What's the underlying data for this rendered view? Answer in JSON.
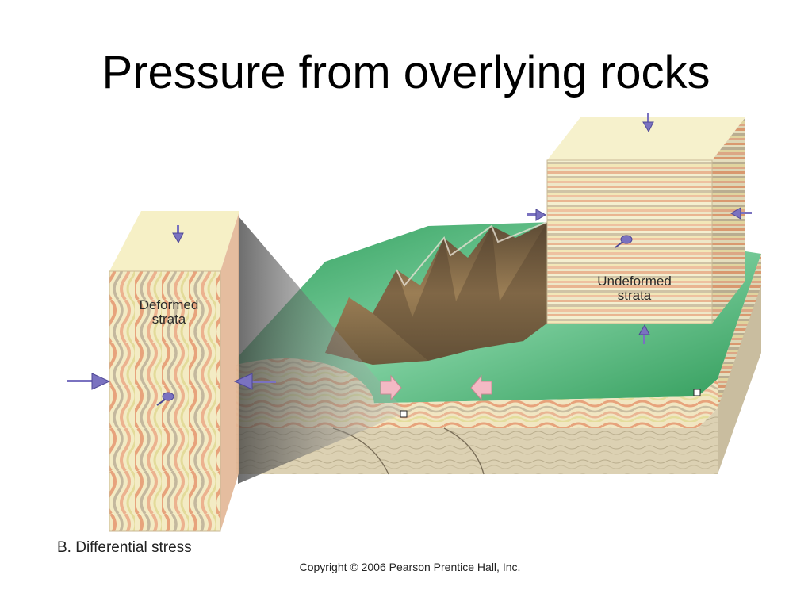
{
  "slide": {
    "title": "Pressure from overlying rocks",
    "caption": "B. Differential stress",
    "copyright": "Copyright © 2006 Pearson Prentice Hall, Inc."
  },
  "diagram": {
    "deformed_block": {
      "label_line1": "Deformed",
      "label_line2": "strata"
    },
    "undeformed_block": {
      "label_line1": "Undeformed",
      "label_line2": "strata"
    },
    "colors": {
      "stress_arrow": "#7a72c0",
      "compression_arrow": "#f3b9c4",
      "vegetation": "#3aaa6a",
      "mountain": "#8a6a44",
      "strata_orange": "#e8b08a",
      "strata_cream": "#f3ebc4",
      "bedrock": "#d8cdb0"
    }
  }
}
